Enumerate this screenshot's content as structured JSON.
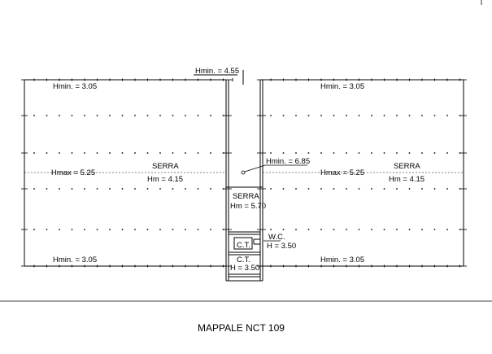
{
  "plan": {
    "labels": {
      "hmin_top_entry": "Hmin. = 4.55",
      "hmin_left_top": "Hmin. = 3.05",
      "hmin_right_top": "Hmin. = 3.05",
      "hmin_left_bottom": "Hmin. = 3.05",
      "hmin_right_bottom": "Hmin. = 3.05",
      "serra_left": "SERRA",
      "hmax_left": "Hmax = 5.25",
      "hm_left": "Hm = 4.15",
      "serra_right": "SERRA",
      "hmax_right": "Hmax = 5.25",
      "hm_right": "Hm = 4.15",
      "hmin_center": "Hmin. = 6.85",
      "serra_center": "SERRA",
      "hm_center": "Hm = 5.70",
      "wc_label": "W.C.",
      "wc_height": "H = 3.50",
      "ct_upper": "C.T.",
      "ct_lower": "C.T.",
      "ct_lower_height": "H = 3.50"
    },
    "caption": "MAPPALE NCT 109"
  }
}
